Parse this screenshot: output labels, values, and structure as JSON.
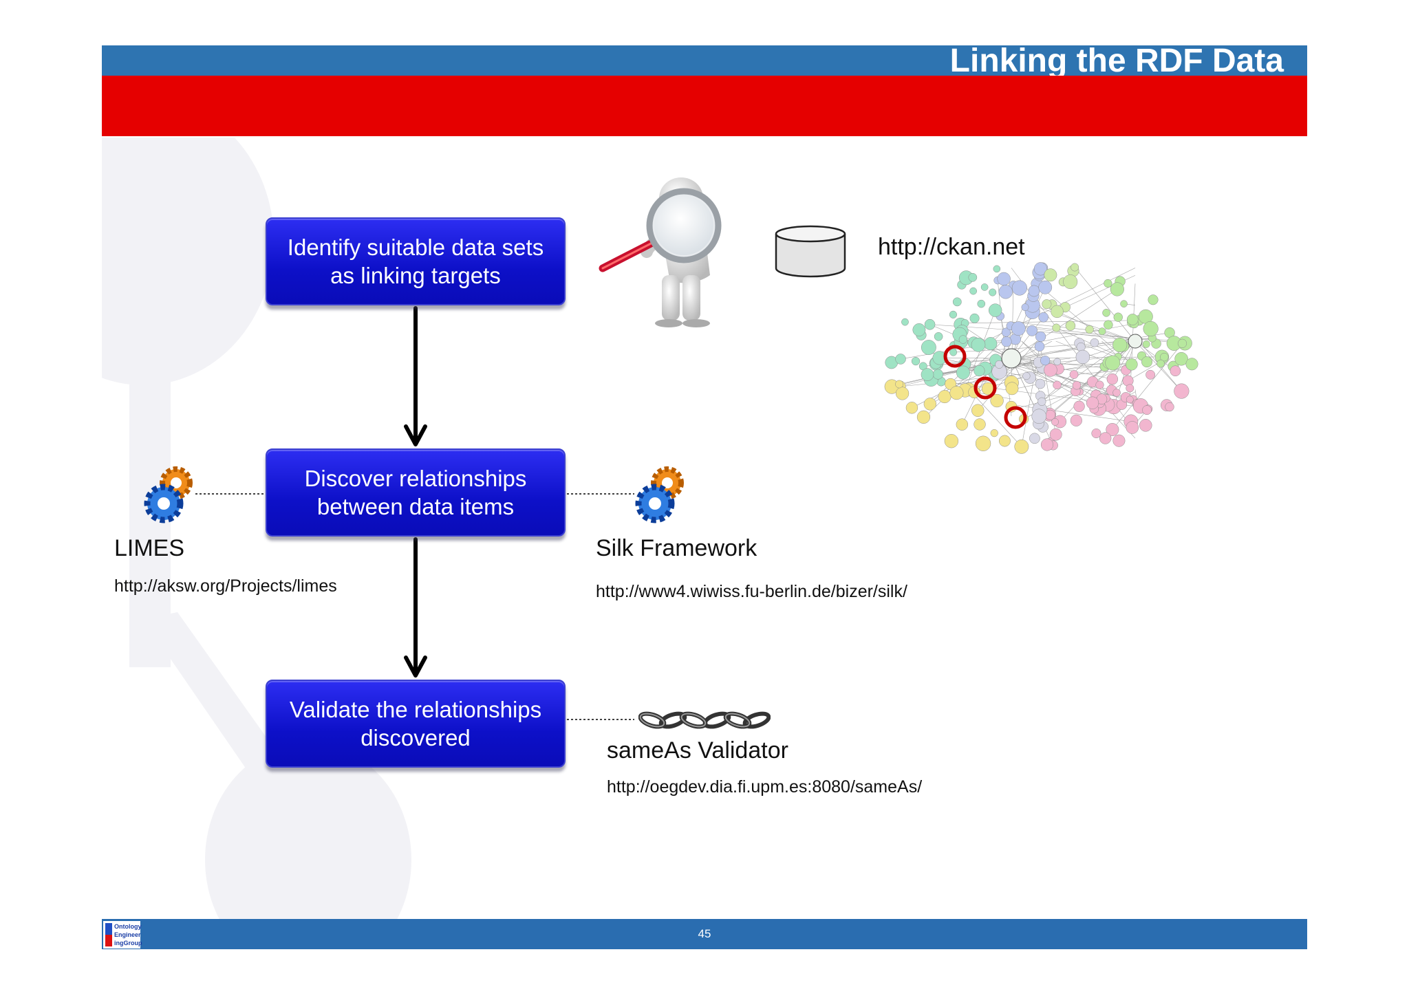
{
  "slide": {
    "title": "Linking the RDF Data",
    "page_number": "45",
    "logo_text": [
      "Ontology",
      "Engineer",
      "ingGroup"
    ]
  },
  "steps": [
    {
      "line1": "Identify suitable data sets",
      "line2": "as linking targets"
    },
    {
      "line1": "Discover relationships",
      "line2": "between data items"
    },
    {
      "line1": "Validate the relationships",
      "line2": "discovered"
    }
  ],
  "ckan": {
    "url": "http://ckan.net"
  },
  "tools": {
    "limes": {
      "name": "LIMES",
      "url": "http://aksw.org/Projects/limes"
    },
    "silk": {
      "name": "Silk Framework",
      "url": "http://www4.wiwiss.fu-berlin.de/bizer/silk/"
    },
    "sameas": {
      "name": "sameAs Validator",
      "url": "http://oegdev.dia.fi.upm.es:8080/sameAs/"
    }
  },
  "icons": {
    "investigator": "magnifier-person-icon",
    "database": "database-icon",
    "lod_cloud": "lod-cloud-diagram",
    "limes": "gears-icon",
    "silk": "gears-icon",
    "sameas": "chain-links-icon"
  },
  "colors": {
    "title_bar": "#2e74b1",
    "accent_red": "#e50000",
    "step_blue": "#0d10c8",
    "footer_blue": "#2a6db0"
  }
}
